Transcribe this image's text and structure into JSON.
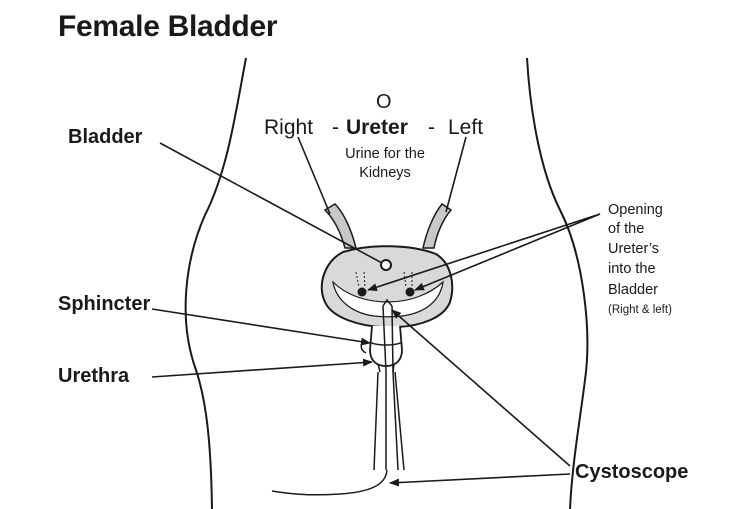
{
  "title": "Female Bladder",
  "labels": {
    "bladder": "Bladder",
    "sphincter": "Sphincter",
    "urethra": "Urethra",
    "cystoscope": "Cystoscope",
    "ureter_symbol": "O",
    "ureter_right": "Right",
    "ureter_dash1": "-",
    "ureter": "Ureter",
    "ureter_dash2": "-",
    "ureter_left": "Left",
    "urine_line1": "Urine for the",
    "urine_line2": "Kidneys",
    "opening_lines": [
      "Opening",
      "of the",
      "Ureter’s",
      "into the",
      "Bladder"
    ],
    "opening_note": "(Right & left)"
  },
  "colors": {
    "ink": "#1a1a1a",
    "bladder_fill": "#d9d9d9",
    "ureter_fill": "#c8c8c8"
  }
}
